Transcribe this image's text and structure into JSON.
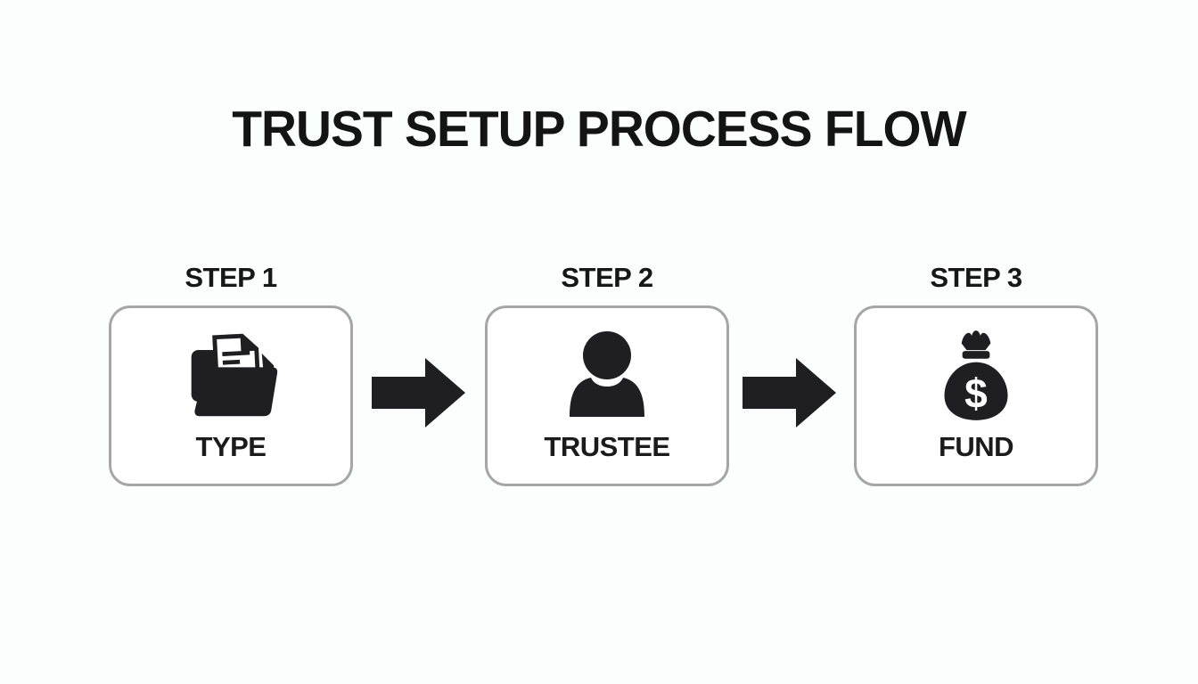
{
  "title": "TRUST SETUP PROCESS FLOW",
  "steps": [
    {
      "step_label": "STEP 1",
      "item_label": "TYPE",
      "icon": "open-folder-documents-icon"
    },
    {
      "step_label": "STEP 2",
      "item_label": "TRUSTEE",
      "icon": "person-icon"
    },
    {
      "step_label": "STEP 3",
      "item_label": "FUND",
      "icon": "money-bag-icon",
      "icon_symbol": "$"
    }
  ],
  "connectors": [
    {
      "icon": "right-arrow-icon"
    },
    {
      "icon": "right-arrow-icon"
    }
  ],
  "colors": {
    "background": "#fcfdfd",
    "card_fill": "#ffffff",
    "card_border": "#a6a6a6",
    "ink": "#1f1f21"
  }
}
